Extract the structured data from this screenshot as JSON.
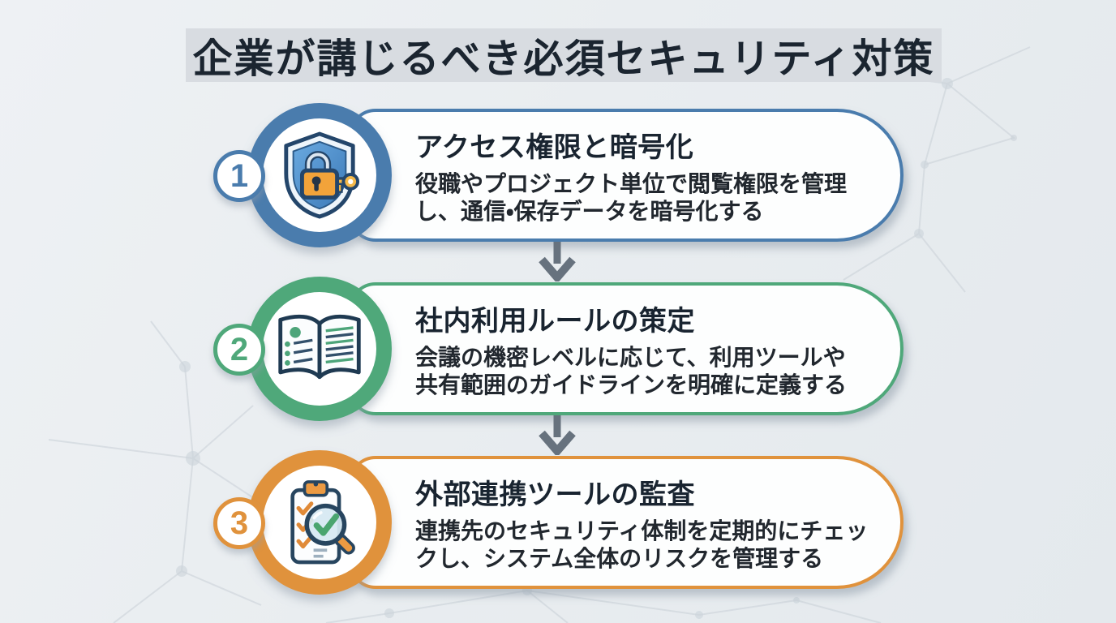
{
  "title": "企業が講じるべき必須セキュリティ対策",
  "colors": {
    "step1_accent": "#4a7cad",
    "step2_accent": "#4fa87a",
    "step3_accent": "#e0923c",
    "arrow": "#67727e",
    "banner_bg": "#d8dce1",
    "text_dark": "#192430"
  },
  "steps": [
    {
      "number": "1",
      "heading": "アクセス権限と暗号化",
      "body_line1": "役職やプロジェクト単位で閲覧権限を管理",
      "body_line2": "し、通信・保存データを暗号化する",
      "icon": "shield-lock-key-icon"
    },
    {
      "number": "2",
      "heading": "社内利用ルールの策定",
      "body_line1": "会議の機密レベルに応じて、利用ツールや",
      "body_line2": "共有範囲のガイドラインを明確に定義する",
      "icon": "open-book-rules-icon"
    },
    {
      "number": "3",
      "heading": "外部連携ツールの監査",
      "body_line1": "連携先のセキュリティ体制を定期的にチェッ",
      "body_line2": "クし、システム全体のリスクを管理する",
      "icon": "clipboard-audit-magnifier-icon"
    }
  ]
}
